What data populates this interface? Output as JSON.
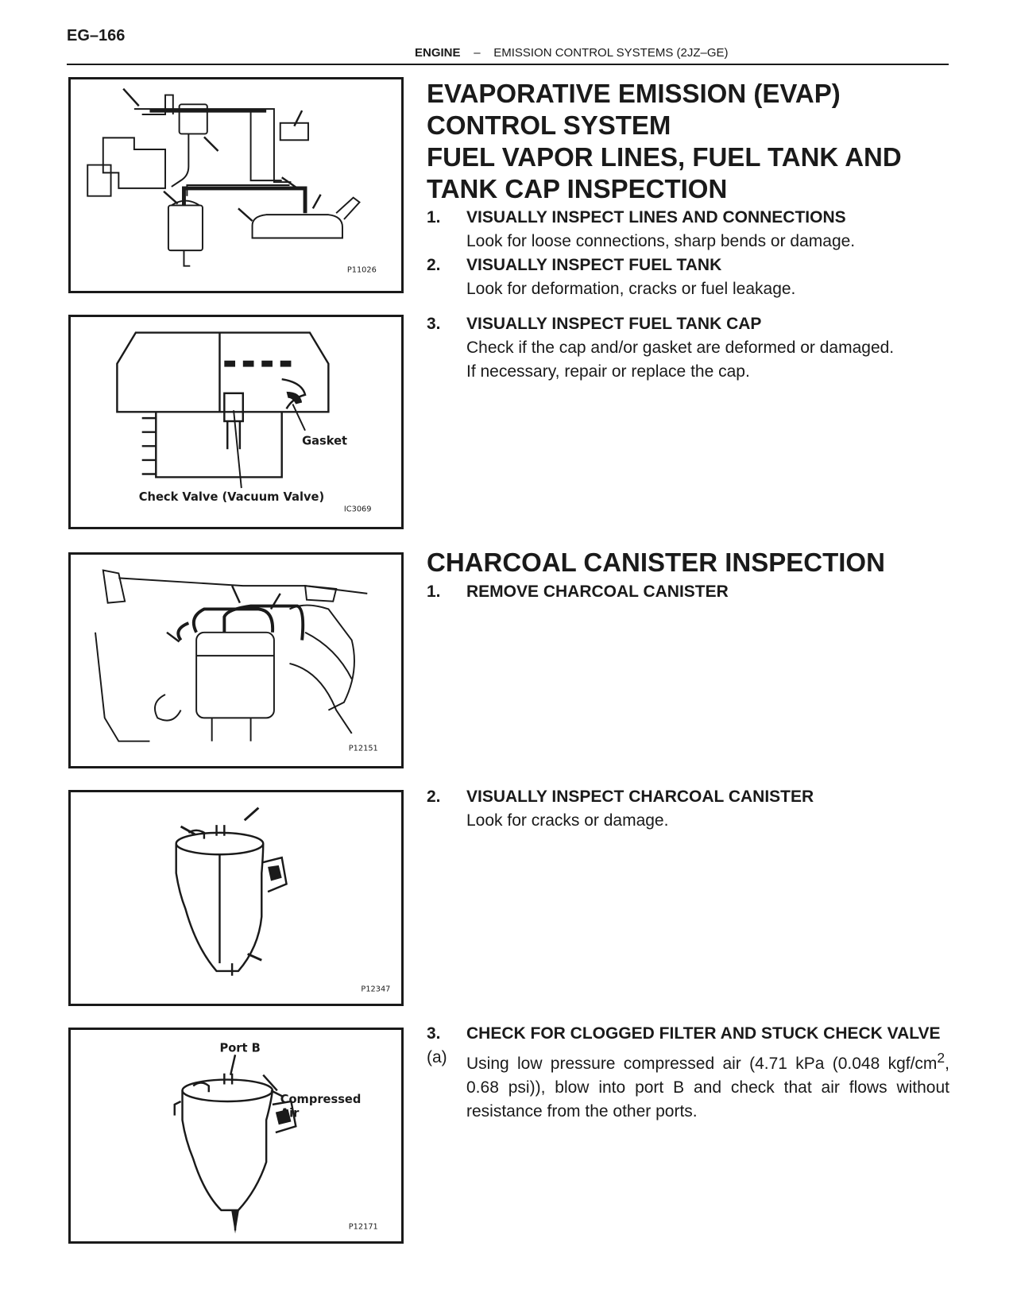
{
  "header": {
    "page_number": "EG–166",
    "section": "ENGINE",
    "separator": "–",
    "subsection": "EMISSION CONTROL SYSTEMS (2JZ–GE)"
  },
  "figures": [
    {
      "code": "P11026",
      "labels": []
    },
    {
      "code": "IC3069",
      "labels": [
        "Gasket",
        "Check Valve (Vacuum Valve)"
      ]
    },
    {
      "code": "P12151",
      "labels": []
    },
    {
      "code": "P12347",
      "labels": []
    },
    {
      "code": "P12171",
      "labels": [
        "Port B",
        "Compressed",
        "Air"
      ]
    }
  ],
  "evap": {
    "title_lines": [
      "EVAPORATIVE EMISSION (EVAP)",
      "CONTROL SYSTEM",
      "FUEL VAPOR LINES, FUEL TANK AND",
      "TANK CAP INSPECTION"
    ],
    "steps": [
      {
        "num": "1.",
        "head": "VISUALLY INSPECT LINES AND CONNECTIONS",
        "body": [
          "Look for loose connections, sharp bends or damage."
        ]
      },
      {
        "num": "2.",
        "head": "VISUALLY INSPECT FUEL TANK",
        "body": [
          "Look for deformation, cracks or fuel leakage."
        ]
      },
      {
        "num": "3.",
        "head": "VISUALLY INSPECT FUEL TANK CAP",
        "body": [
          "Check if the cap and/or gasket are deformed or damaged.",
          "If necessary, repair or replace the cap."
        ]
      }
    ]
  },
  "canister": {
    "title": "CHARCOAL CANISTER INSPECTION",
    "steps": [
      {
        "num": "1.",
        "head": "REMOVE CHARCOAL CANISTER",
        "body": []
      },
      {
        "num": "2.",
        "head": "VISUALLY INSPECT CHARCOAL CANISTER",
        "body": [
          "Look for cracks or damage."
        ]
      },
      {
        "num": "3.",
        "head": "CHECK FOR CLOGGED FILTER AND STUCK CHECK VALVE",
        "body": []
      }
    ],
    "substep": {
      "num": "(a)",
      "text_before_sup": "Using low pressure compressed air (4.71 kPa (0.048 kgf/cm",
      "sup": "2",
      "text_after_sup": ", 0.68 psi)), blow into port B and check that air flows without resistance from the other ports."
    }
  }
}
